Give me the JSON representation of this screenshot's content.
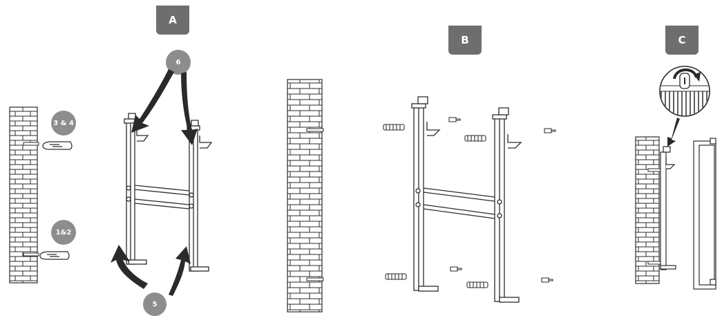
{
  "panels": {
    "a": {
      "label": "A"
    },
    "b": {
      "label": "B"
    },
    "c": {
      "label": "C"
    }
  },
  "steps": {
    "step_3_4": "3 & 4",
    "step_1_2": "1&2",
    "step_6": "6",
    "step_5": "5"
  },
  "colors": {
    "tab": "#6f6e6e",
    "badge": "#8e8d8d",
    "line": "#2a2a2a"
  }
}
